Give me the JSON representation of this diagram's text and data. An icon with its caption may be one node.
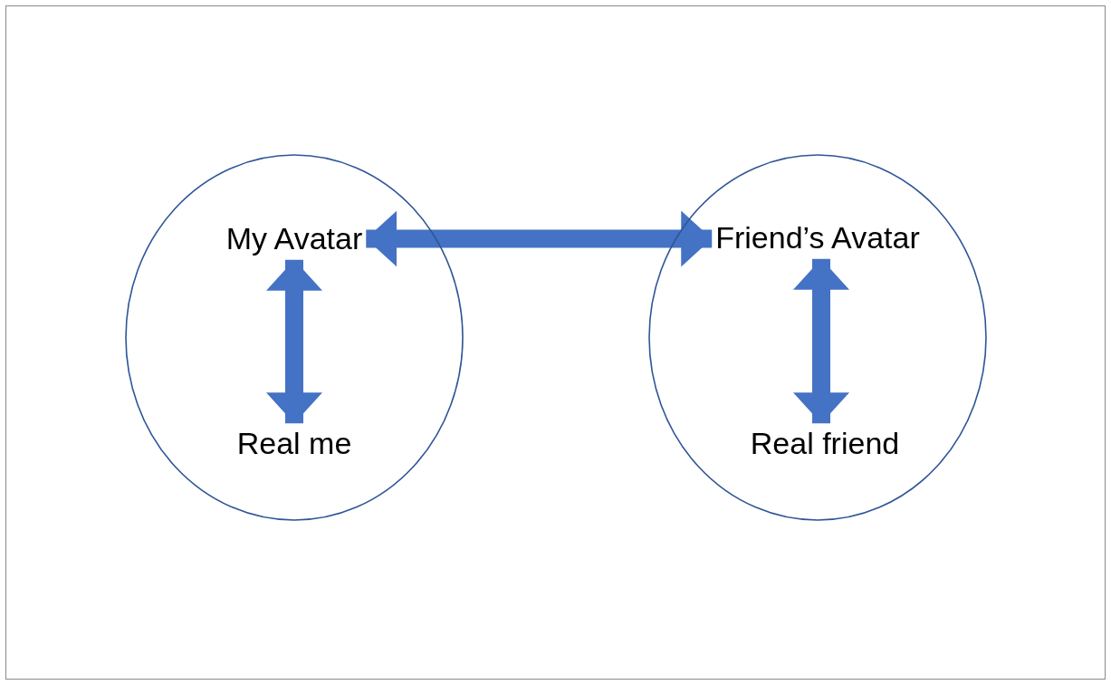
{
  "diagram": {
    "nodes": [
      {
        "text": [],
        "shape": "circle"
      },
      {
        "text": [
          "My Avatar"
        ],
        "in": 0
      },
      {
        "text": [
          "Real me"
        ],
        "in": 0
      },
      {
        "text": [],
        "shape": "circle"
      },
      {
        "text": [
          "Friend’s Avatar"
        ],
        "in": 3
      },
      {
        "text": [
          "Real friend"
        ],
        "in": 3
      }
    ],
    "edges": [
      {
        "from": 1,
        "to": 4,
        "arrow": "both"
      },
      {
        "from": 1,
        "to": 2,
        "arrow": "both"
      },
      {
        "from": 4,
        "to": 5,
        "arrow": "both"
      }
    ]
  }
}
